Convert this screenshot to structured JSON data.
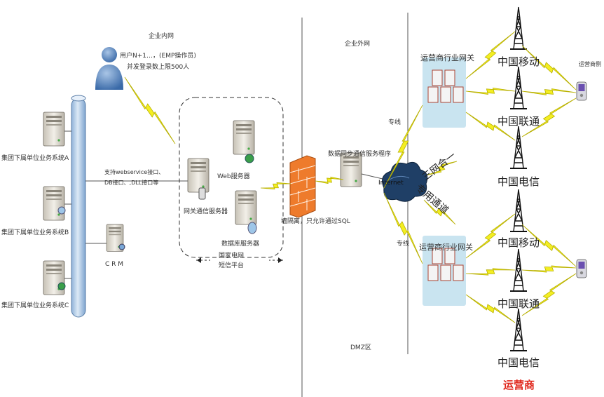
{
  "zones": {
    "intranet": "企业内网",
    "extranet": "企业外网",
    "dmz": "DMZ区",
    "operator_side": "运营商侧"
  },
  "user": {
    "line1": "用户N+1…，(EMP操作员)",
    "line2": "并发登录数上限500人"
  },
  "systems": {
    "a": "集团下属单位业务系统A",
    "b": "集团下属单位业务系统B",
    "c": "集团下属单位业务系统C",
    "crm": "C R M"
  },
  "interface_note": {
    "line1": "支持webservice接口、",
    "line2": "DB接口、,DLL接口等"
  },
  "platform": {
    "web_server": "Web服务器",
    "gateway_server": "网关通信服务器",
    "db_server": "数据库服务器",
    "title_line1": "国家电网",
    "title_line2": "短信平台"
  },
  "firewall_note": "墙隔离，只允许通过SQL",
  "sync_server": "数据同步通信服务程序",
  "internet": "Internet",
  "dedicated_line": "专线",
  "three_in_one": "三网合一",
  "dedicated_channel": "专用通道",
  "gateway_label": "运营商行业网关",
  "carriers": {
    "mobile": "中国移动",
    "unicom": "中国联通",
    "telecom": "中国电信"
  },
  "operators_title": "运营商",
  "colors": {
    "bolt": "#f3ee22",
    "bolt_stroke": "#b8b000",
    "pipe": "#b9d0e8",
    "firewall": "#ee7b2c",
    "cloud": "#1f3f66",
    "gateway_bg": "#c9e4f0",
    "accent_red": "#e0261b"
  }
}
